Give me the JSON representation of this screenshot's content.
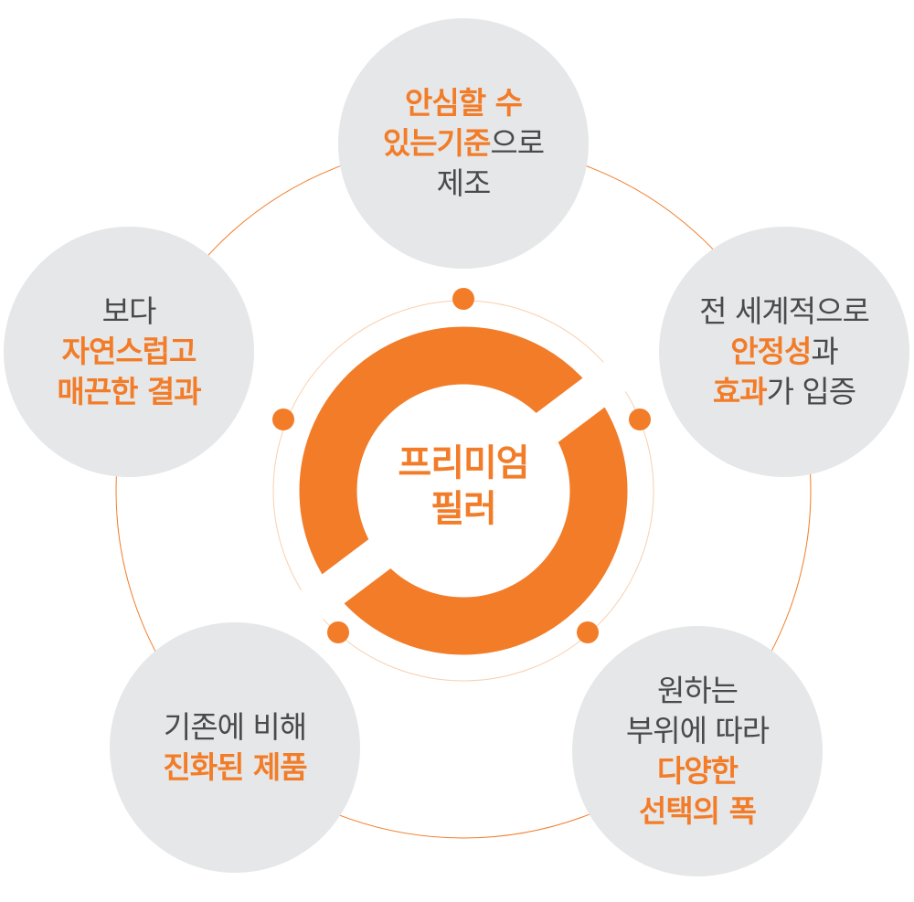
{
  "center": {
    "line1": "프리미엄",
    "line2": "필러"
  },
  "colors": {
    "accent": "#f27c28",
    "node_bg": "#e6e7e8",
    "text": "#4a4a4a"
  },
  "nodes": [
    {
      "id": "top",
      "lines": [
        [
          {
            "t": "안심할 수",
            "hl": true
          }
        ],
        [
          {
            "t": "있는기준",
            "hl": true
          },
          {
            "t": "으로",
            "hl": false
          }
        ],
        [
          {
            "t": "제조",
            "hl": false
          }
        ]
      ]
    },
    {
      "id": "right",
      "lines": [
        [
          {
            "t": "전 세계적으로",
            "hl": false
          }
        ],
        [
          {
            "t": "안정성",
            "hl": true
          },
          {
            "t": "과",
            "hl": false
          }
        ],
        [
          {
            "t": "효과",
            "hl": true
          },
          {
            "t": "가 입증",
            "hl": false
          }
        ]
      ]
    },
    {
      "id": "bottom-right",
      "lines": [
        [
          {
            "t": "원하는",
            "hl": false
          }
        ],
        [
          {
            "t": "부위에 따라",
            "hl": false
          }
        ],
        [
          {
            "t": "다양한",
            "hl": true
          }
        ],
        [
          {
            "t": "선택의 폭",
            "hl": true
          }
        ]
      ]
    },
    {
      "id": "bottom-left",
      "lines": [
        [
          {
            "t": "기존에 비해",
            "hl": false
          }
        ],
        [
          {
            "t": "진화된 제품",
            "hl": true
          }
        ]
      ]
    },
    {
      "id": "left",
      "lines": [
        [
          {
            "t": "보다",
            "hl": false
          }
        ],
        [
          {
            "t": "자연스럽고",
            "hl": true
          }
        ],
        [
          {
            "t": "매끈한 결과",
            "hl": true
          }
        ]
      ]
    }
  ]
}
